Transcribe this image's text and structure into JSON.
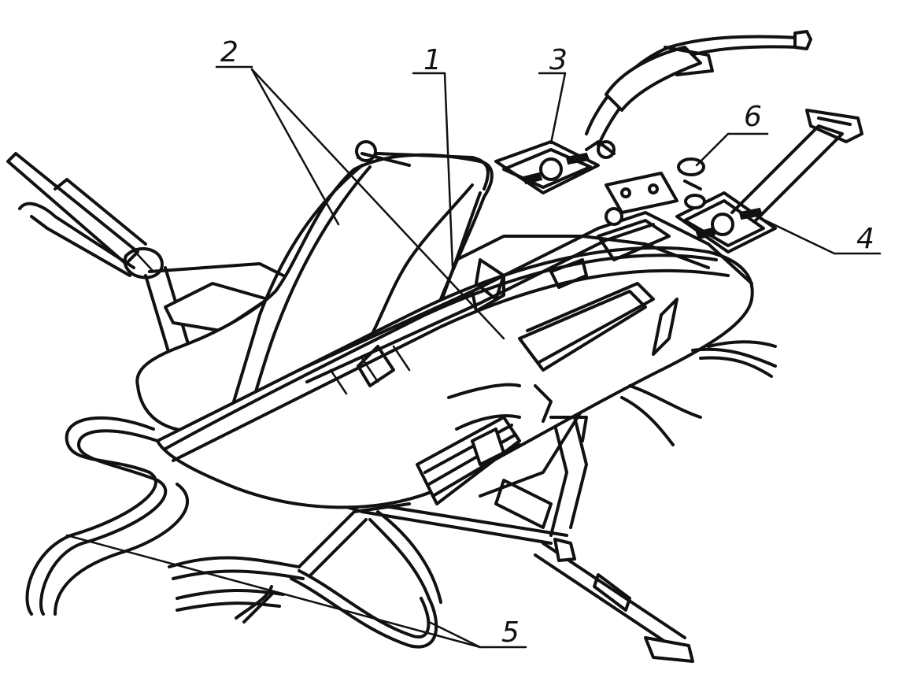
{
  "diagram": {
    "callouts": [
      {
        "id": "c1",
        "label": "1"
      },
      {
        "id": "c2",
        "label": "2"
      },
      {
        "id": "c3",
        "label": "3"
      },
      {
        "id": "c4",
        "label": "4"
      },
      {
        "id": "c5",
        "label": "5"
      },
      {
        "id": "c6",
        "label": "6"
      }
    ]
  },
  "colors": {
    "ink": "#111111",
    "paper": "#ffffff"
  }
}
